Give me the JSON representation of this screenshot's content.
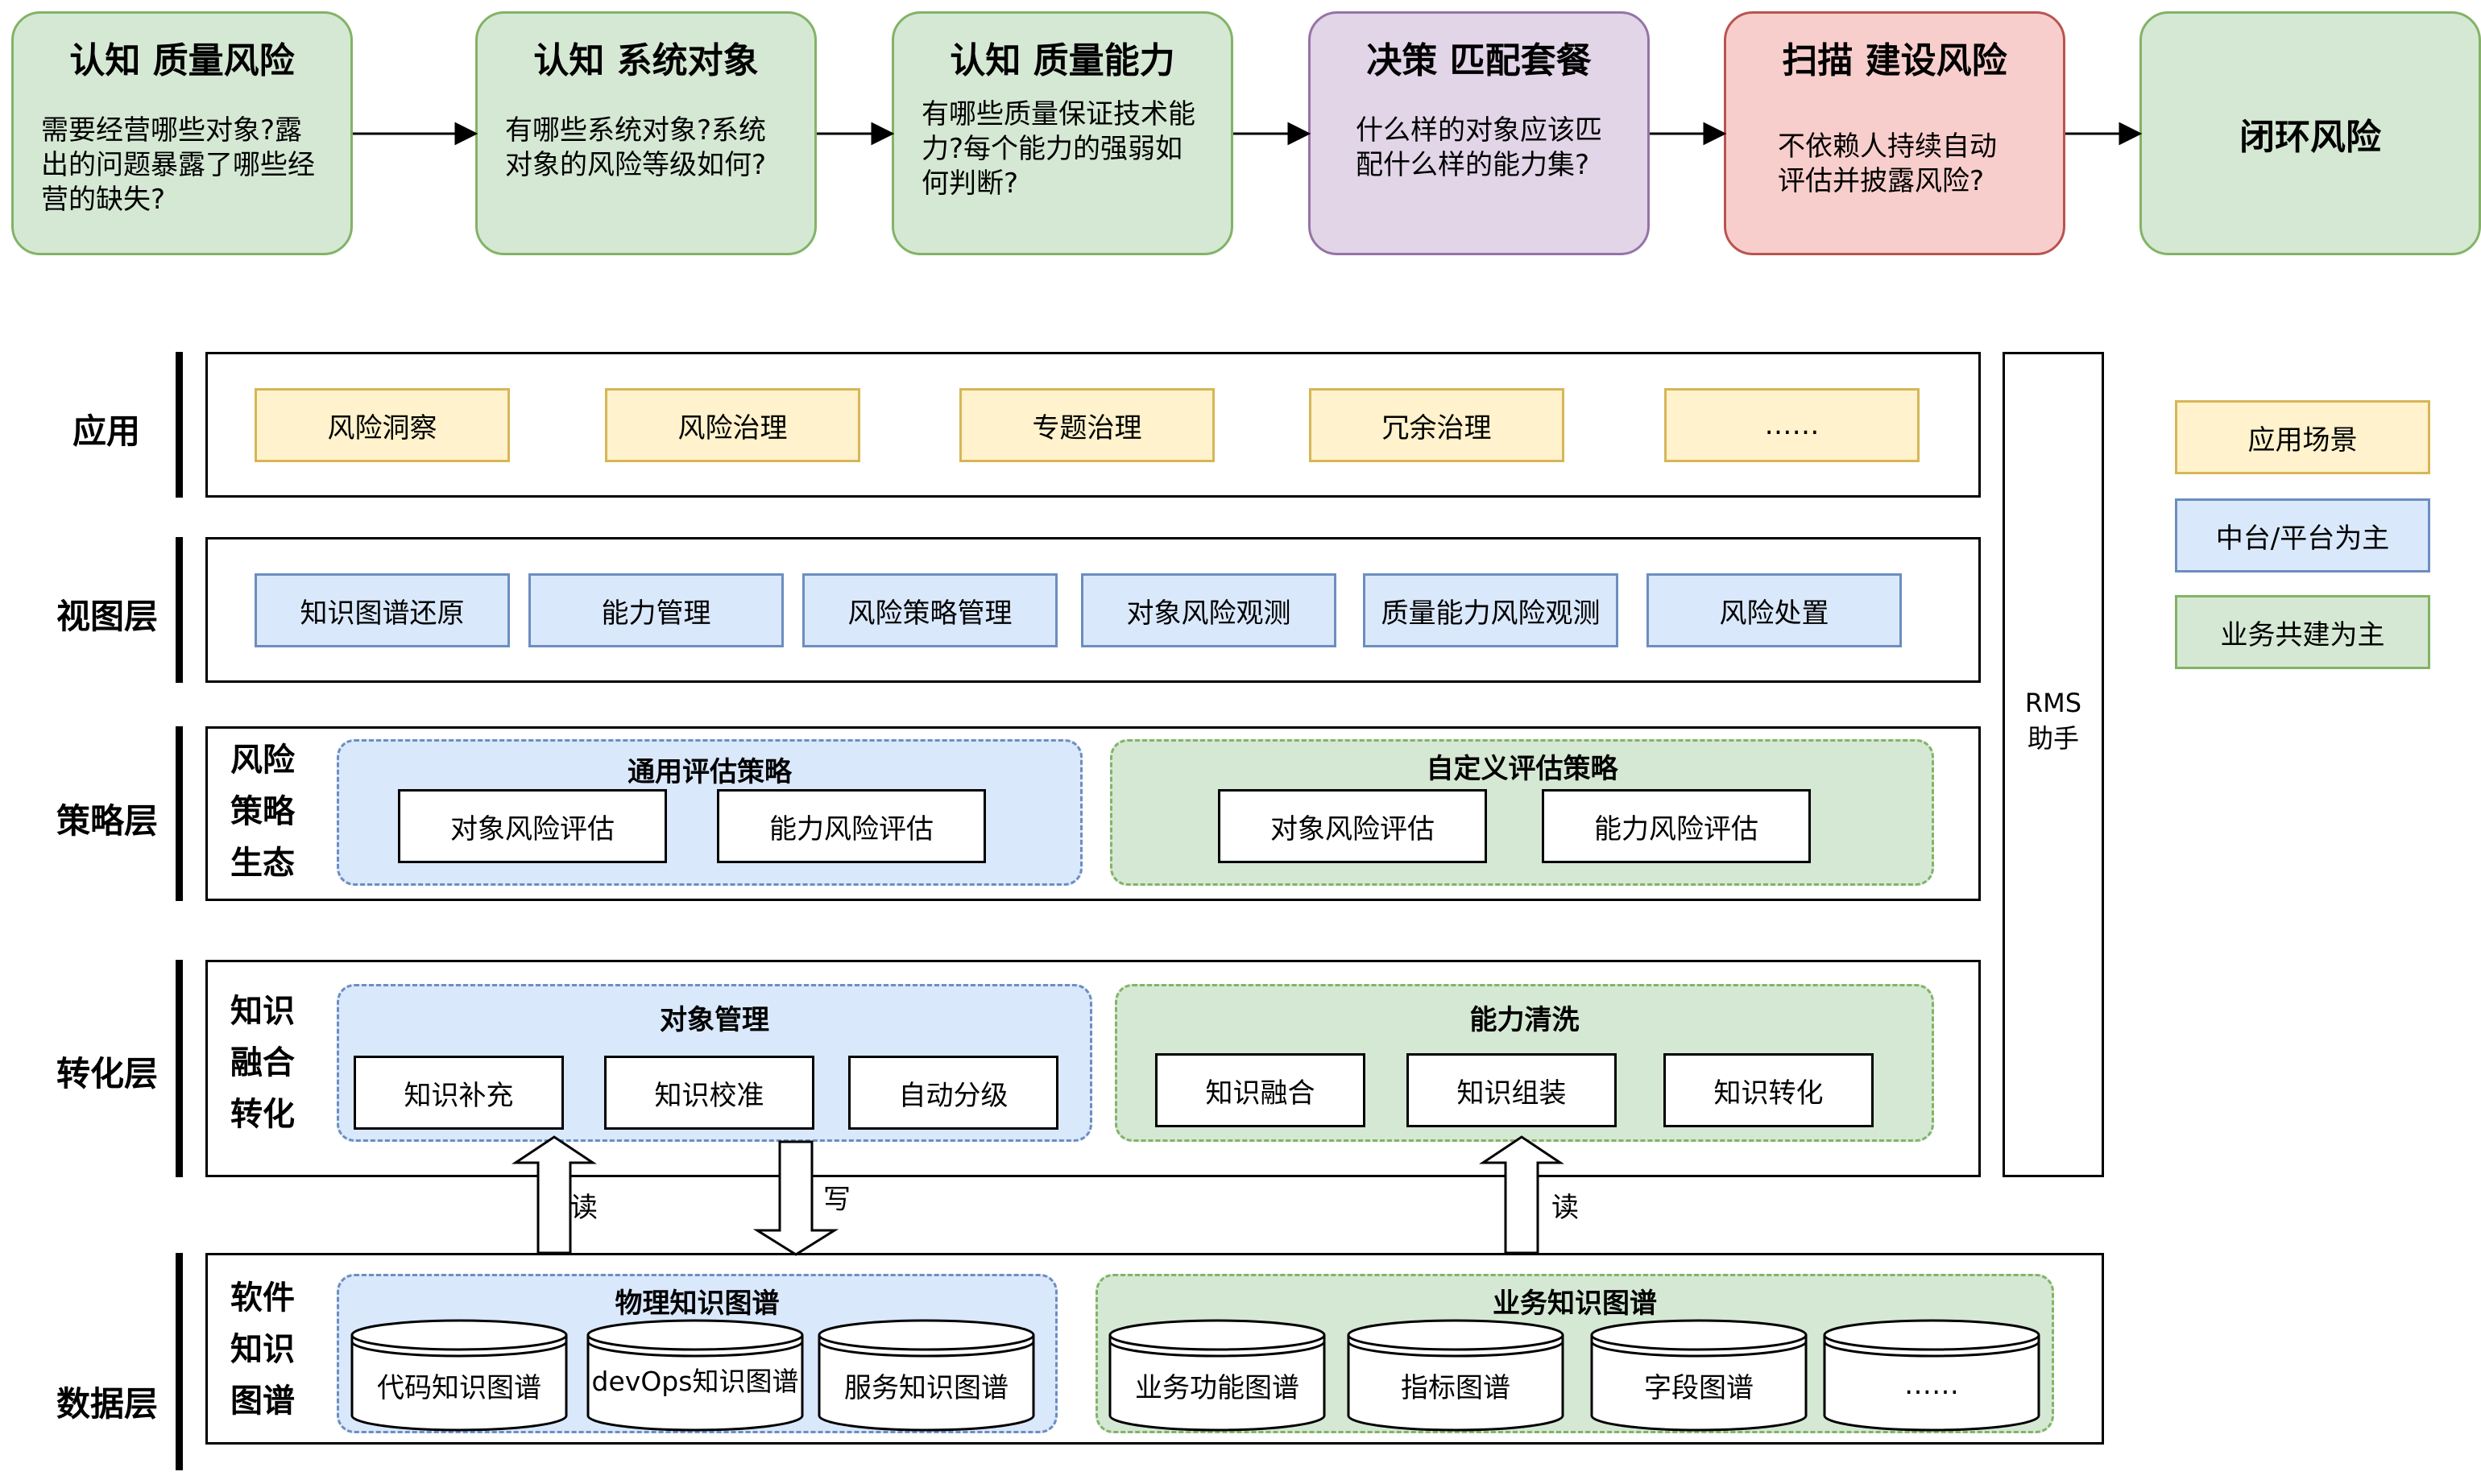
{
  "stages": [
    {
      "title": "认知 质量风险",
      "question": "需要经营哪些对象?露出的问题暴露了哪些经营的缺失?"
    },
    {
      "title": "认知 系统对象",
      "question": "有哪些系统对象?系统对象的风险等级如何?"
    },
    {
      "title": "认知 质量能力",
      "question": "有哪些质量保证技术能力?每个能力的强弱如何判断?"
    },
    {
      "title": "决策 匹配套餐",
      "question": "什么样的对象应该匹配什么样的能力集?"
    },
    {
      "title": "扫描 建设风险",
      "question": "不依赖人持续自动评估并披露风险?"
    },
    {
      "title": "闭环风险",
      "question": ""
    }
  ],
  "stage_colors": {
    "green": "#d5e8d4",
    "purple": "#e1d5e7",
    "red": "#f8cecc"
  },
  "layers": {
    "app": {
      "label": "应用",
      "items": [
        "风险洞察",
        "风险治理",
        "专题治理",
        "冗余治理",
        "……"
      ]
    },
    "view": {
      "label": "视图层",
      "items": [
        "知识图谱还原",
        "能力管理",
        "风险策略管理",
        "对象风险观测",
        "质量能力风险观测",
        "风险处置"
      ]
    },
    "strategy": {
      "label": "策略层",
      "side": [
        "风险",
        "策略",
        "生态"
      ],
      "groups": [
        {
          "title": "通用评估策略",
          "items": [
            "对象风险评估",
            "能力风险评估"
          ]
        },
        {
          "title": "自定义评估策略",
          "items": [
            "对象风险评估",
            "能力风险评估"
          ]
        }
      ]
    },
    "transform": {
      "label": "转化层",
      "side": [
        "知识",
        "融合",
        "转化"
      ],
      "groups": [
        {
          "title": "对象管理",
          "items": [
            "知识补充",
            "知识校准",
            "自动分级"
          ]
        },
        {
          "title": "能力清洗",
          "items": [
            "知识融合",
            "知识组装",
            "知识转化"
          ]
        }
      ]
    },
    "data": {
      "label": "数据层",
      "side": [
        "软件",
        "知识",
        "图谱"
      ],
      "groups": [
        {
          "title": "物理知识图谱",
          "items": [
            "代码知识图谱",
            "devOps知识图谱",
            "服务知识图谱"
          ]
        },
        {
          "title": "业务知识图谱",
          "items": [
            "业务功能图谱",
            "指标图谱",
            "字段图谱",
            "……"
          ]
        }
      ]
    }
  },
  "arrows": {
    "read1": "读",
    "write": "写",
    "read2": "读"
  },
  "rms": "RMS助手",
  "legend": [
    {
      "label": "应用场景",
      "color": "#fff2cc"
    },
    {
      "label": "中台/平台为主",
      "color": "#dae8fc"
    },
    {
      "label": "业务共建为主",
      "color": "#d5e8d4"
    }
  ]
}
